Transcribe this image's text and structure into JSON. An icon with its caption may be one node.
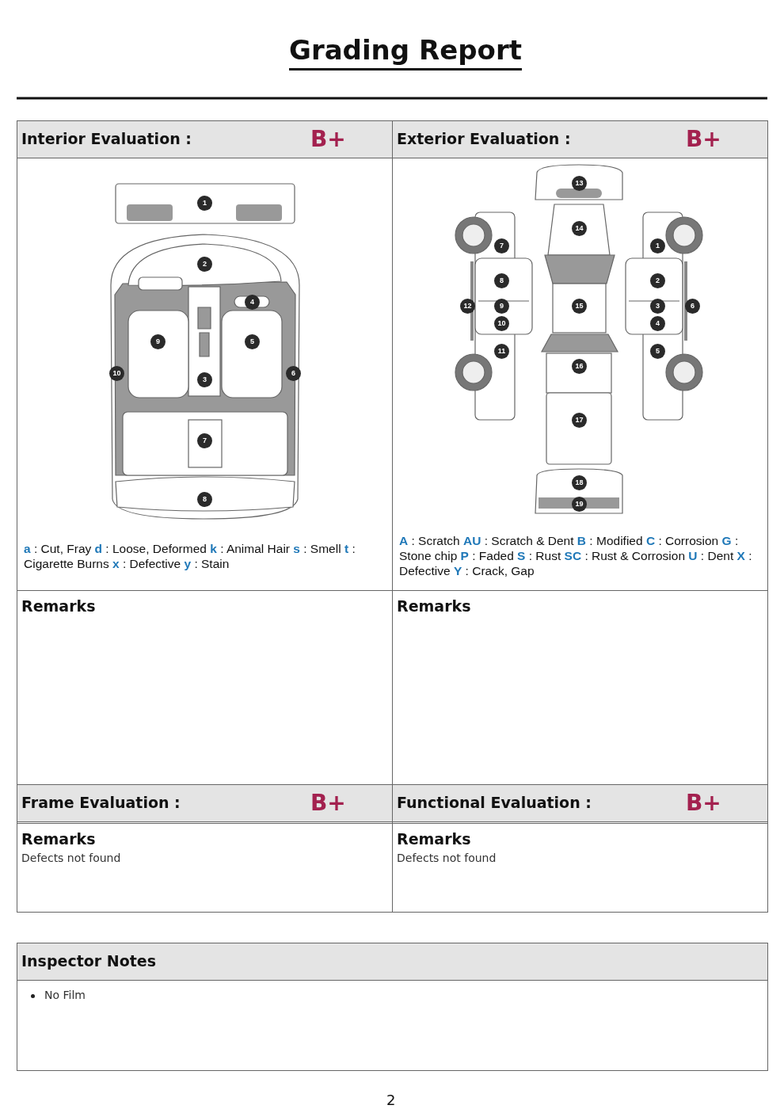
{
  "diagram": {
    "title": "Grading Report",
    "nodes": [
      {
        "text": [
          "Interior Evaluation :",
          "B+"
        ]
      },
      {
        "text": [
          "1"
        ],
        "in": 0
      },
      {
        "text": [
          "2"
        ],
        "in": 0
      },
      {
        "text": [
          "3"
        ],
        "in": 0
      },
      {
        "text": [
          "4"
        ],
        "in": 0
      },
      {
        "text": [
          "5"
        ],
        "in": 0
      },
      {
        "text": [
          "6"
        ],
        "in": 0
      },
      {
        "text": [
          "7"
        ],
        "in": 0
      },
      {
        "text": [
          "8"
        ],
        "in": 0
      },
      {
        "text": [
          "9"
        ],
        "in": 0
      },
      {
        "text": [
          "10"
        ],
        "in": 0
      },
      {
        "text": [
          "Exterior Evaluation :",
          "B+"
        ]
      },
      {
        "text": [
          "1"
        ],
        "in": 11
      },
      {
        "text": [
          "2"
        ],
        "in": 11
      },
      {
        "text": [
          "3"
        ],
        "in": 11
      },
      {
        "text": [
          "4"
        ],
        "in": 11
      },
      {
        "text": [
          "5"
        ],
        "in": 11
      },
      {
        "text": [
          "6"
        ],
        "in": 11
      },
      {
        "text": [
          "7"
        ],
        "in": 11
      },
      {
        "text": [
          "8"
        ],
        "in": 11
      },
      {
        "text": [
          "9"
        ],
        "in": 11
      },
      {
        "text": [
          "10"
        ],
        "in": 11
      },
      {
        "text": [
          "11"
        ],
        "in": 11
      },
      {
        "text": [
          "12"
        ],
        "in": 11
      },
      {
        "text": [
          "13"
        ],
        "in": 11
      },
      {
        "text": [
          "14"
        ],
        "in": 11
      },
      {
        "text": [
          "15"
        ],
        "in": 11
      },
      {
        "text": [
          "16"
        ],
        "in": 11
      },
      {
        "text": [
          "17"
        ],
        "in": 11
      },
      {
        "text": [
          "18"
        ],
        "in": 11
      },
      {
        "text": [
          "19"
        ],
        "in": 11
      },
      {
        "text": [
          "Remarks"
        ]
      },
      {
        "text": [
          "Remarks"
        ]
      },
      {
        "text": [
          "Frame Evaluation :",
          "B+"
        ]
      },
      {
        "text": [
          "Functional Evaluation :",
          "B+"
        ]
      },
      {
        "text": [
          "Remarks",
          "Defects not found"
        ]
      },
      {
        "text": [
          "Remarks",
          "Defects not found"
        ]
      },
      {
        "text": [
          "Inspector Notes",
          "No Film"
        ]
      }
    ],
    "labels": [
      "2"
    ],
    "legend": [
      {
        "text": "a : Cut, Fray"
      },
      {
        "text": "d : Loose, Deformed"
      },
      {
        "text": "k : Animal Hair"
      },
      {
        "text": "s : Smell"
      },
      {
        "text": "t : Cigarette Burns"
      },
      {
        "text": "x : Defective"
      },
      {
        "text": "y : Stain"
      },
      {
        "text": "A : Scratch"
      },
      {
        "text": "AU : Scratch & Dent"
      },
      {
        "text": "B : Modified"
      },
      {
        "text": "C : Corrosion"
      },
      {
        "text": "G : Stone chip"
      },
      {
        "text": "P : Faded"
      },
      {
        "text": "S : Rust"
      },
      {
        "text": "SC : Rust & Corrosion"
      },
      {
        "text": "U : Dent"
      },
      {
        "text": "X : Defective"
      },
      {
        "text": "Y : Crack, Gap"
      }
    ]
  }
}
